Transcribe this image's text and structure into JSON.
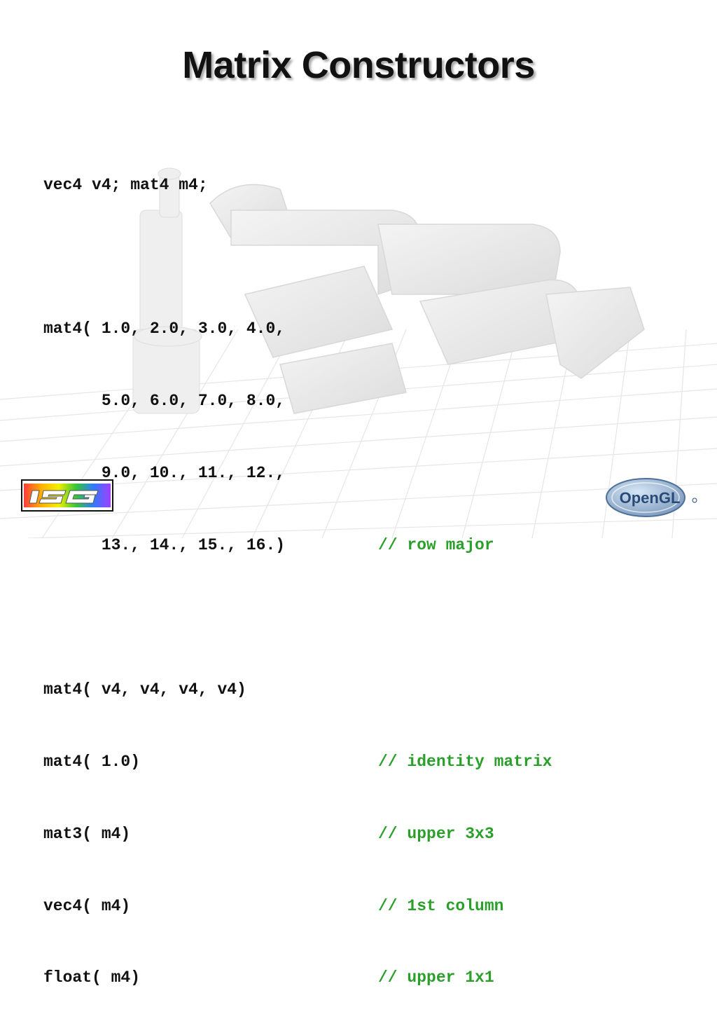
{
  "slide": {
    "title": "Matrix Constructors"
  },
  "code_lines": [
    {
      "code": "vec4 v4; mat4 m4;",
      "comment": ""
    },
    {
      "code": "",
      "comment": ""
    },
    {
      "code": "mat4( 1.0, 2.0, 3.0, 4.0,",
      "comment": ""
    },
    {
      "code": "      5.0, 6.0, 7.0, 8.0,",
      "comment": ""
    },
    {
      "code": "      9.0, 10., 11., 12.,",
      "comment": ""
    },
    {
      "code": "      13., 14., 15., 16.)",
      "comment": "// row major"
    },
    {
      "code": "",
      "comment": ""
    },
    {
      "code": "mat4( v4, v4, v4, v4)",
      "comment": ""
    },
    {
      "code": "mat4( 1.0)",
      "comment": "// identity matrix"
    },
    {
      "code": "mat3( m4)",
      "comment": "// upper 3x3"
    },
    {
      "code": "vec4( m4)",
      "comment": "// 1st column"
    },
    {
      "code": "float( m4)",
      "comment": "// upper 1x1"
    }
  ],
  "logos": {
    "isg": "iSG",
    "opengl": "OpenGL"
  },
  "colors": {
    "comment": "#2aa02a",
    "text": "#111111"
  }
}
